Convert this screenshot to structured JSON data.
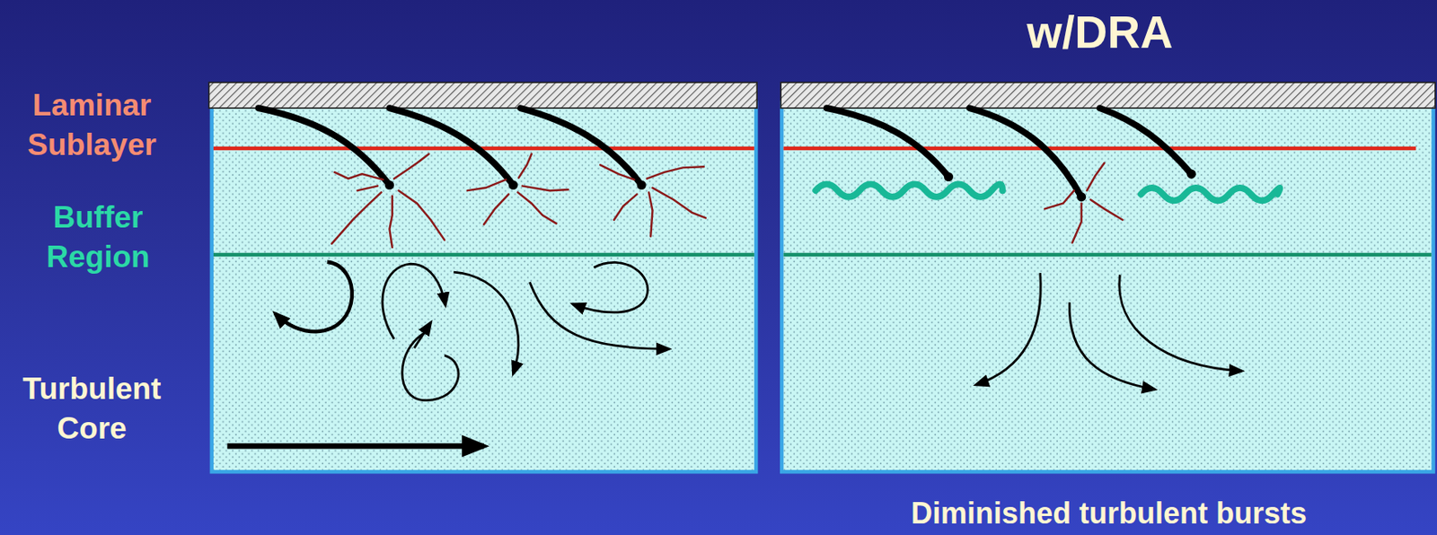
{
  "diagram": {
    "labels": [
      "Laminar Sublayer",
      "Buffer Region",
      "Turbulent Core",
      "w/DRA",
      "Diminished turbulent bursts"
    ]
  }
}
